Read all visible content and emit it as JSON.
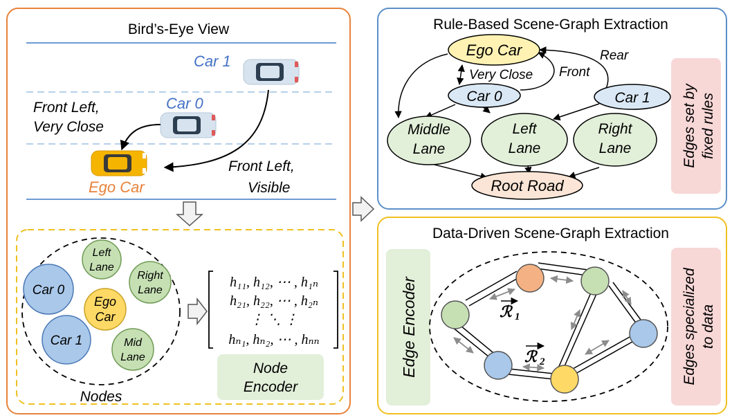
{
  "bev": {
    "title": "Bird’s-Eye View",
    "car1": "Car 1",
    "car0": "Car 0",
    "ego": "Ego Car",
    "front_left_very_close_1": "Front Left,",
    "front_left_very_close_2": "Very Close",
    "front_left_visible_1": "Front Left,",
    "front_left_visible_2": "Visible"
  },
  "nodes_panel": {
    "label": "Nodes",
    "car0": "Car 0",
    "car1": "Car 1",
    "left_lane_1": "Left",
    "left_lane_2": "Lane",
    "right_lane_1": "Right",
    "right_lane_2": "Lane",
    "ego_1": "Ego",
    "ego_2": "Car",
    "mid_lane_1": "Mid",
    "mid_lane_2": "Lane",
    "node_encoder_1": "Node",
    "node_encoder_2": "Encoder"
  },
  "matrix": {
    "row1": "h₁₁, h₁₂, ⋯ , h₁ₙ",
    "row2": "h₂₁, h₂₂, ⋯ , h₂ₙ",
    "row3": "⋮      ⋱      ⋮",
    "row4": "hₙ₁, hₙ₂, ⋯ , hₙₙ"
  },
  "rule_based": {
    "title": "Rule-Based Scene-Graph Extraction",
    "ego": "Ego Car",
    "car0": "Car 0",
    "car1": "Car 1",
    "middle_lane_1": "Middle",
    "middle_lane_2": "Lane",
    "left_lane_1": "Left",
    "left_lane_2": "Lane",
    "right_lane_1": "Right",
    "right_lane_2": "Lane",
    "root_road": "Root Road",
    "edge_very_close": "Very Close",
    "edge_front": "Front",
    "edge_rear": "Rear",
    "side_1": "Edges set by",
    "side_2": "fixed rules"
  },
  "data_driven": {
    "title": "Data-Driven Scene-Graph Extraction",
    "edge_encoder": "Edge Encoder",
    "r1": "ℛ",
    "r1_sub": "1",
    "r2": "ℛ",
    "r2_sub": "2",
    "side_1": "Edges specialized",
    "side_2": "to data"
  },
  "colors": {
    "orange_border": "#e8823a",
    "blue_border": "#5b8fc9",
    "yellow_border": "#f0c020",
    "blue_text": "#4472c4",
    "orange_text": "#e8823a",
    "green_fill": "#e2efd9",
    "blue_fill": "#dae8f5",
    "yellow_fill": "#fff2b3",
    "salmon_fill": "#fbe5d6",
    "pink_fill": "#f8d7d7",
    "node_blue": "#a9c8ea",
    "node_green": "#c6e0b4",
    "node_yellow": "#ffd966",
    "node_orange": "#f4b183"
  }
}
